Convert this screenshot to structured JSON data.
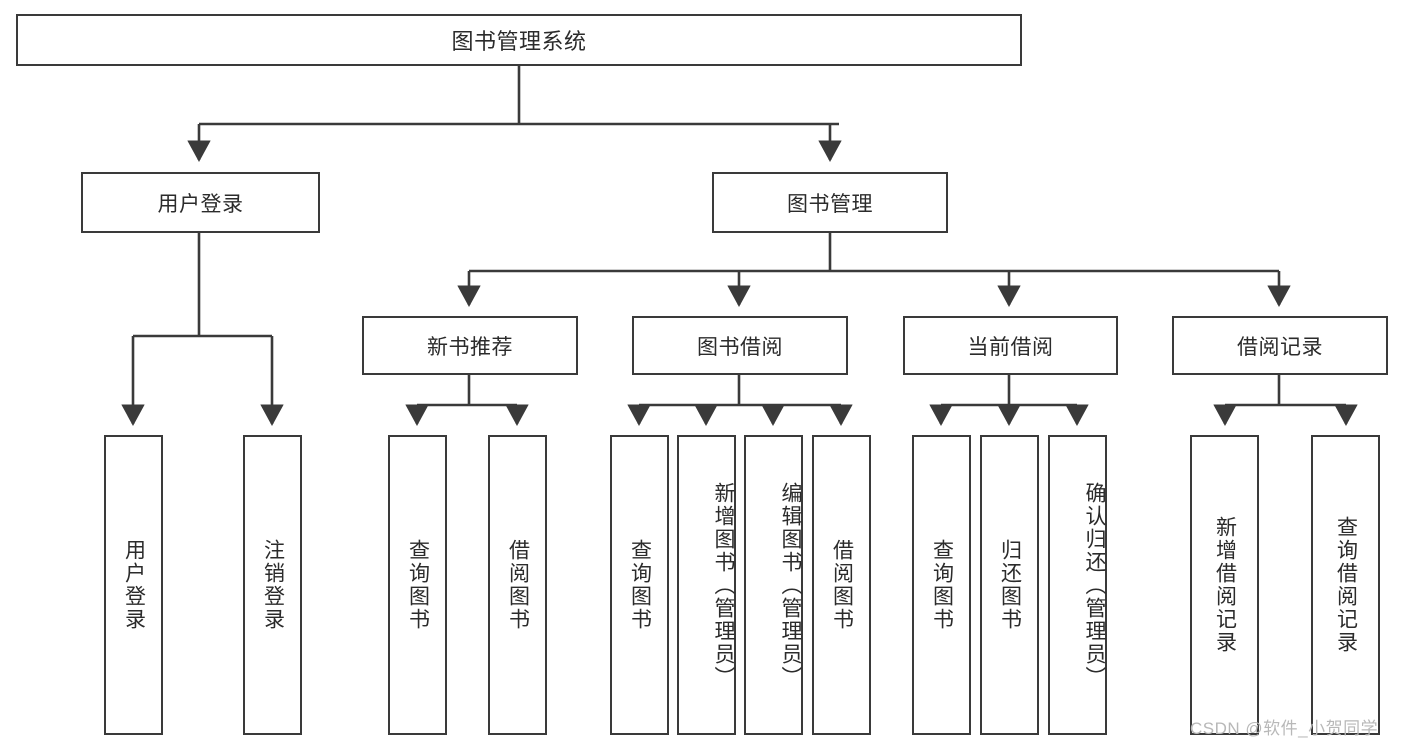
{
  "diagram": {
    "title": "图书管理系统",
    "type": "tree-hierarchy-diagram",
    "root": {
      "label": "图书管理系统"
    },
    "level2": [
      {
        "label": "用户登录"
      },
      {
        "label": "图书管理"
      }
    ],
    "level3": [
      {
        "label": "新书推荐"
      },
      {
        "label": "图书借阅"
      },
      {
        "label": "当前借阅"
      },
      {
        "label": "借阅记录"
      }
    ],
    "leaves": {
      "user_login": [
        {
          "label": "用户登录"
        },
        {
          "label": "注销登录"
        }
      ],
      "new_book_recommend": [
        {
          "label": "查询图书"
        },
        {
          "label": "借阅图书"
        }
      ],
      "book_borrow": [
        {
          "label": "查询图书"
        },
        {
          "label": "新增图书（管理员）"
        },
        {
          "label": "编辑图书（管理员）"
        },
        {
          "label": "借阅图书"
        }
      ],
      "current_borrow": [
        {
          "label": "查询图书"
        },
        {
          "label": "归还图书"
        },
        {
          "label": "确认归还（管理员）"
        }
      ],
      "borrow_record": [
        {
          "label": "新增借阅记录"
        },
        {
          "label": "查询借阅记录"
        }
      ]
    }
  },
  "watermark": {
    "text": "CSDN @软件_小贺同学"
  },
  "colors": {
    "stroke": "#3a3a3a",
    "text": "#2b2b2b",
    "background": "#ffffff",
    "watermark": "#b8b8b8"
  }
}
